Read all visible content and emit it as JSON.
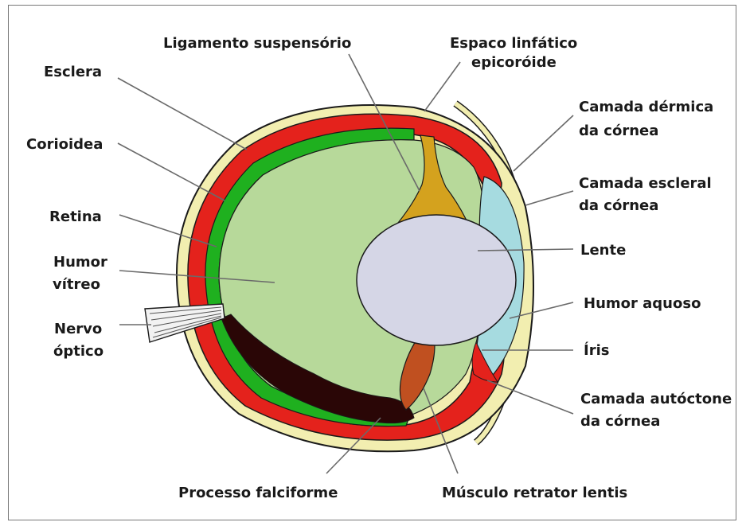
{
  "labels": {
    "esclera": "Esclera",
    "corioidea": "Corioidea",
    "retina": "Retina",
    "humor_vitreo_1": "Humor",
    "humor_vitreo_2": "vítreo",
    "nervo_1": "Nervo",
    "nervo_2": "óptico",
    "ligamento": "Ligamento suspensório",
    "espaco_1": "Espaco linfático",
    "espaco_2": "epicoróide",
    "dermica_1": "Camada dérmica",
    "dermica_2": "da córnea",
    "escleral_1": "Camada escleral",
    "escleral_2": "da córnea",
    "lente": "Lente",
    "humor_aquoso": "Humor aquoso",
    "iris": "Íris",
    "autoctone_1": "Camada autóctone",
    "autoctone_2": "da córnea",
    "processo": "Processo falciforme",
    "musculo": "Músculo retrator lentis"
  },
  "colors": {
    "sclera": "#f2eeb0",
    "choroid": "#e4221c",
    "retina": "#1fb01f",
    "vitreous": "#b7d99a",
    "lens": "#d5d6e6",
    "aqueous": "#a6dbe0",
    "ligament": "#d4a21e",
    "falciform": "#2a0606",
    "muscle": "#c05020",
    "outline": "#1a1a1a"
  }
}
